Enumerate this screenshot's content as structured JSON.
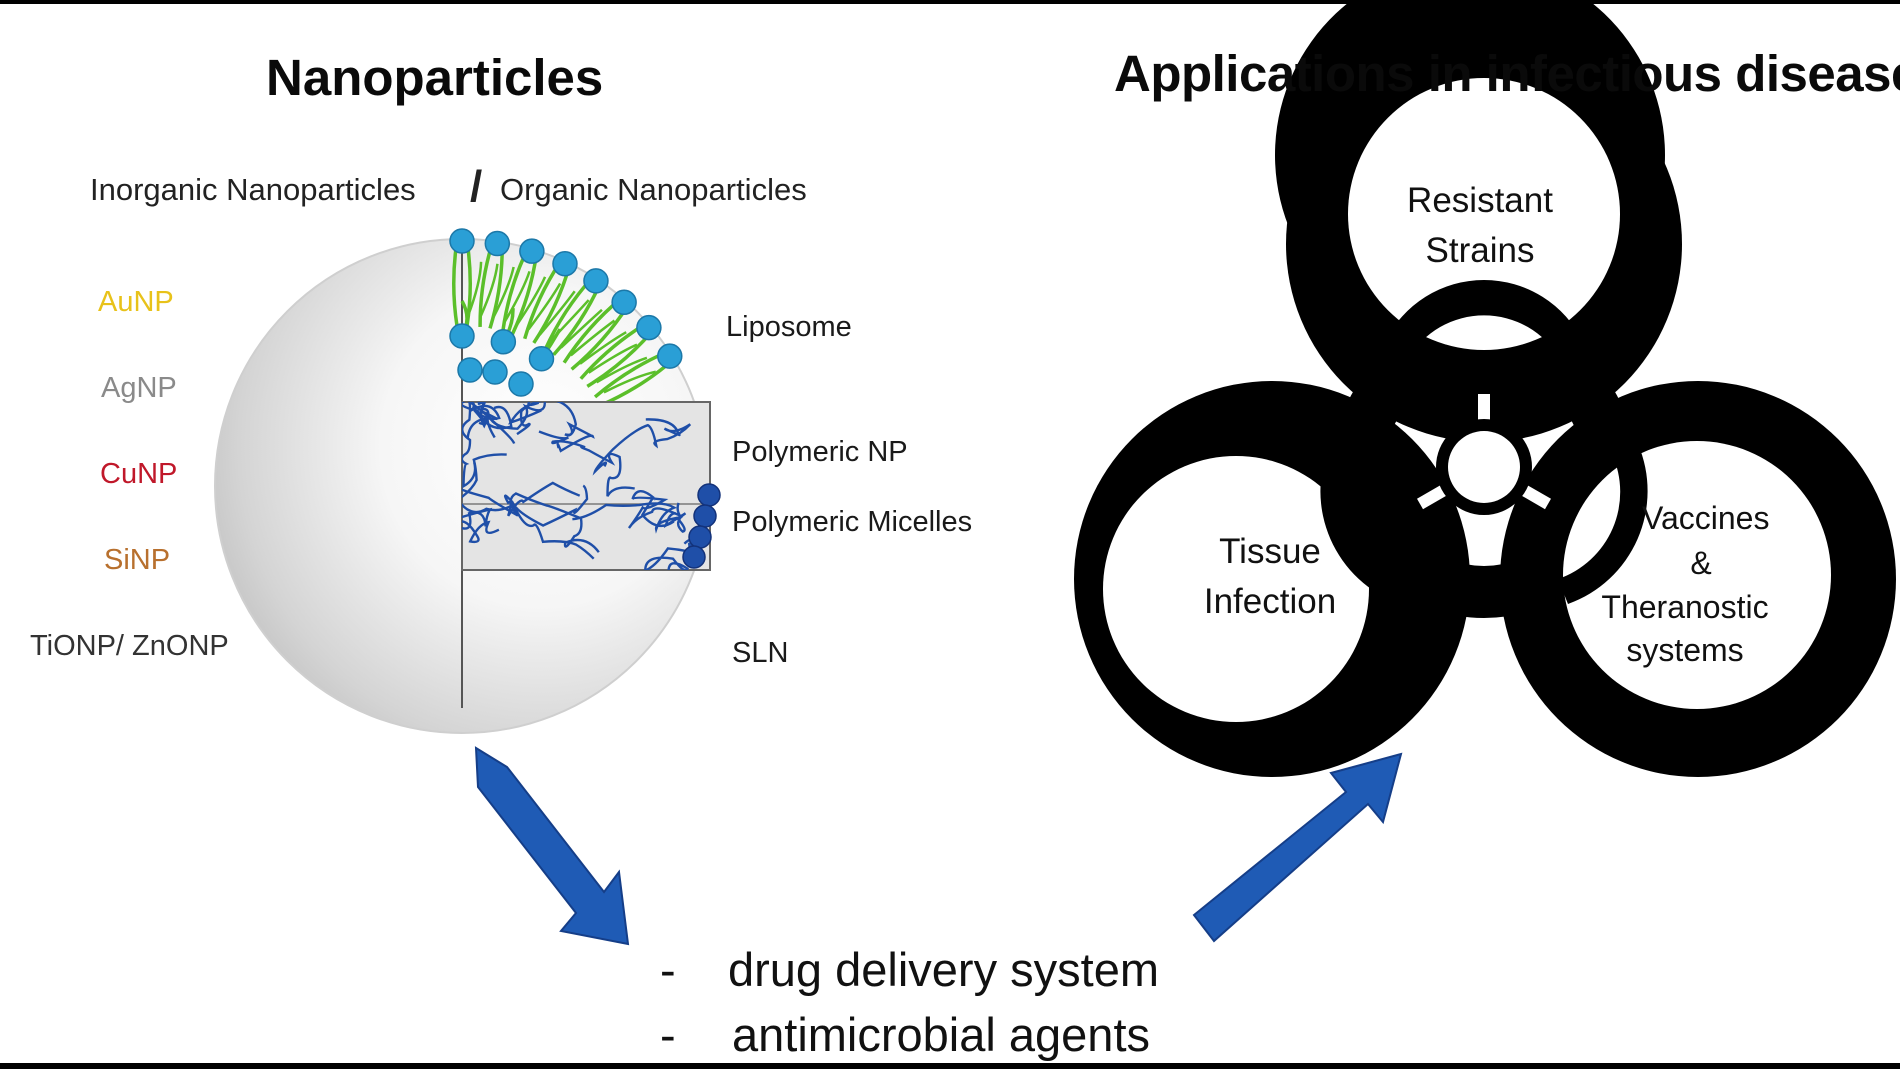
{
  "titles": {
    "left": "Nanoparticles",
    "right": "Applications in infectious diseases"
  },
  "subheader": {
    "inorganic": "Inorganic Nanoparticles",
    "slash": "/",
    "organic": "Organic Nanoparticles"
  },
  "inorganic_nps": [
    {
      "label": "AuNP",
      "color": "#e8c21a"
    },
    {
      "label": "AgNP",
      "color": "#8a8a8a"
    },
    {
      "label": "CuNP",
      "color": "#c0182a"
    },
    {
      "label": "SiNP",
      "color": "#b8702e"
    },
    {
      "label": "TiONP/ ZnONP",
      "color": "#333333"
    }
  ],
  "organic_nps": [
    "Liposome",
    "Polymeric NP",
    "Polymeric Micelles",
    "SLN"
  ],
  "applications": {
    "top": "Resistant Strains",
    "left": "Tissue Infection",
    "right_line1": "Vaccines",
    "right_line2": "&",
    "right_line3": "Theranostic systems"
  },
  "uses": [
    {
      "dash": "-",
      "text": "drug delivery system"
    },
    {
      "dash": "-",
      "text": "antimicrobial agents"
    }
  ],
  "colors": {
    "lipid_head": "#2a9fd6",
    "lipid_tail": "#5bbf2a",
    "polymer": "#1f4fa8",
    "arrow": "#1f5bb5",
    "sphere": "#dcdcdc",
    "biohazard": "#000000"
  }
}
